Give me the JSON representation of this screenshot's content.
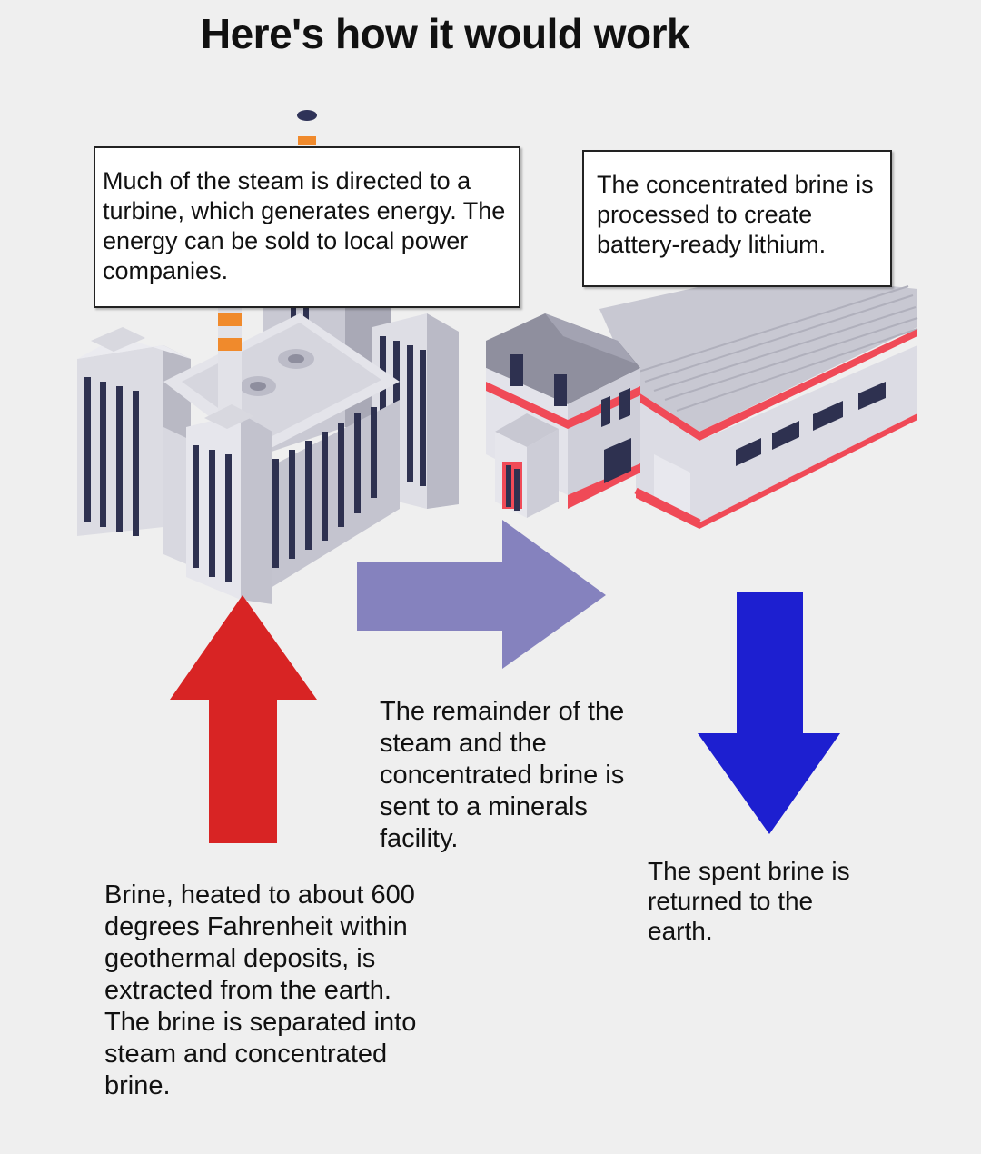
{
  "title": "Here's how it would work",
  "callouts": {
    "turbine": "Much of the steam is directed to a turbine, which generates energy. The energy can be sold to local power companies.",
    "lithium": "The concentrated brine is processed to create battery-ready lithium."
  },
  "steps": {
    "remainder": "The remainder of the steam and the concentrated brine is sent to a minerals facility.",
    "spent_brine": "The spent brine is returned to the earth.",
    "extraction": "Brine, heated to about 600 degrees Fahrenheit within geothermal deposits, is extracted from the earth. The brine is separated into steam and concentrated brine."
  },
  "colors": {
    "up_arrow": "#d82424",
    "right_arrow": "#8582be",
    "down_arrow": "#1d1fd0",
    "building_accent": "#f04a57",
    "chimney_band": "#f08a2c"
  }
}
